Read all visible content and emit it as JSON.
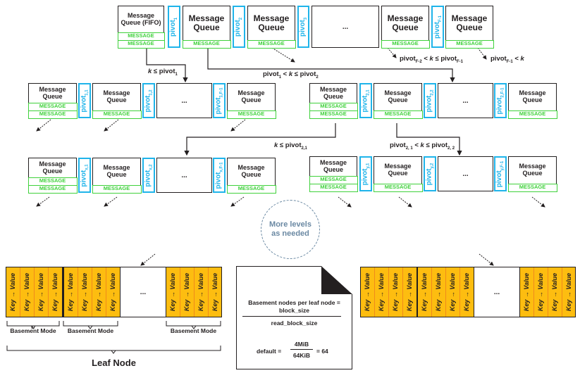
{
  "colors": {
    "message_border": "#3fd13b",
    "pivot_border": "#1fb4ea",
    "key_value_fill": "#fdbd10",
    "key_value_divider": "#f08a1c",
    "annotation_circle": "#6b89a3",
    "line": "#231f20"
  },
  "common": {
    "message_queue": "Message Queue",
    "message_queue_fifo": "Message Queue (FIFO)",
    "message": "MESSAGE",
    "ellipsis": "...",
    "pivot": "pivot",
    "key_value": "Key → Value"
  },
  "root_row": {
    "pivots": [
      "1",
      "2",
      "3",
      "F-1"
    ]
  },
  "row2_left": {
    "pivots": [
      "1,1",
      "1,2",
      "1,F-1"
    ]
  },
  "row2_right": {
    "pivots": [
      "2,1",
      "2,2",
      "2,F-1"
    ]
  },
  "row3_left": {
    "pivots": [
      "x,1",
      "x,2",
      "x,F-1"
    ]
  },
  "row3_right": {
    "pivots": [
      "y,1",
      "y,2",
      "y,F-1"
    ]
  },
  "edge_labels": {
    "k_le_pivot1": {
      "pre": "",
      "k": "k",
      "rel": " ≤ pivot",
      "sub": "1",
      "post": ""
    },
    "pivot1_k_pivot2": {
      "pre": "pivot",
      "pre_sub": "1",
      "mid": " < ",
      "k": "k",
      "rel": " ≤ pivot",
      "sub": "2"
    },
    "pivotF2_k_pivotF1": {
      "pre": "pivot",
      "pre_sub": "F-2",
      "mid": " < ",
      "k": "k",
      "rel": " ≤ pivot",
      "sub": "F-1"
    },
    "pivotF1_lt_k": {
      "pre": "pivot",
      "pre_sub": "F-1",
      "mid": " < ",
      "k": "k"
    },
    "k_le_pivot21": {
      "k": "k",
      "rel": " ≤ pivot",
      "sub": "2,1"
    },
    "pivot21_k_pivot22": {
      "pre": "pivot",
      "pre_sub": "2, 1",
      "mid": " < ",
      "k": "k",
      "rel": " ≤ pivot",
      "sub": "2, 2"
    }
  },
  "more_levels": "More levels as needed",
  "leaf": {
    "basement_label": "Basement Mode",
    "leaf_label": "Leaf Node",
    "pairs_per_basement": 4
  },
  "note": {
    "line1": "Basement nodes per leaf node =",
    "numerator": "block_size",
    "denominator": "read_block_size",
    "default_label": "default =",
    "default_num": "4MiB",
    "default_den": "64KiB",
    "default_result": "= 64"
  }
}
